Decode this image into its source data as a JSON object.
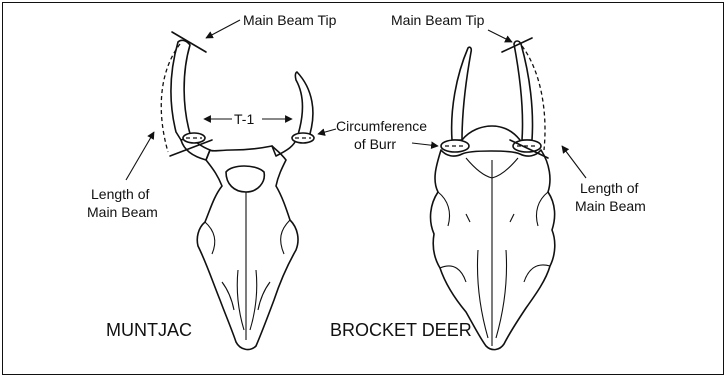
{
  "labels": {
    "main_beam_tip_left": "Main Beam Tip",
    "main_beam_tip_right": "Main Beam Tip",
    "t1": "T-1",
    "circumference_line1": "Circumference",
    "circumference_line2": "of Burr",
    "length_left_line1": "Length of",
    "length_left_line2": "Main Beam",
    "length_right_line1": "Length of",
    "length_right_line2": "Main Beam",
    "muntjac": "MUNTJAC",
    "brocket": "BROCKET DEER"
  },
  "colors": {
    "ink": "#111111",
    "background": "#ffffff"
  }
}
